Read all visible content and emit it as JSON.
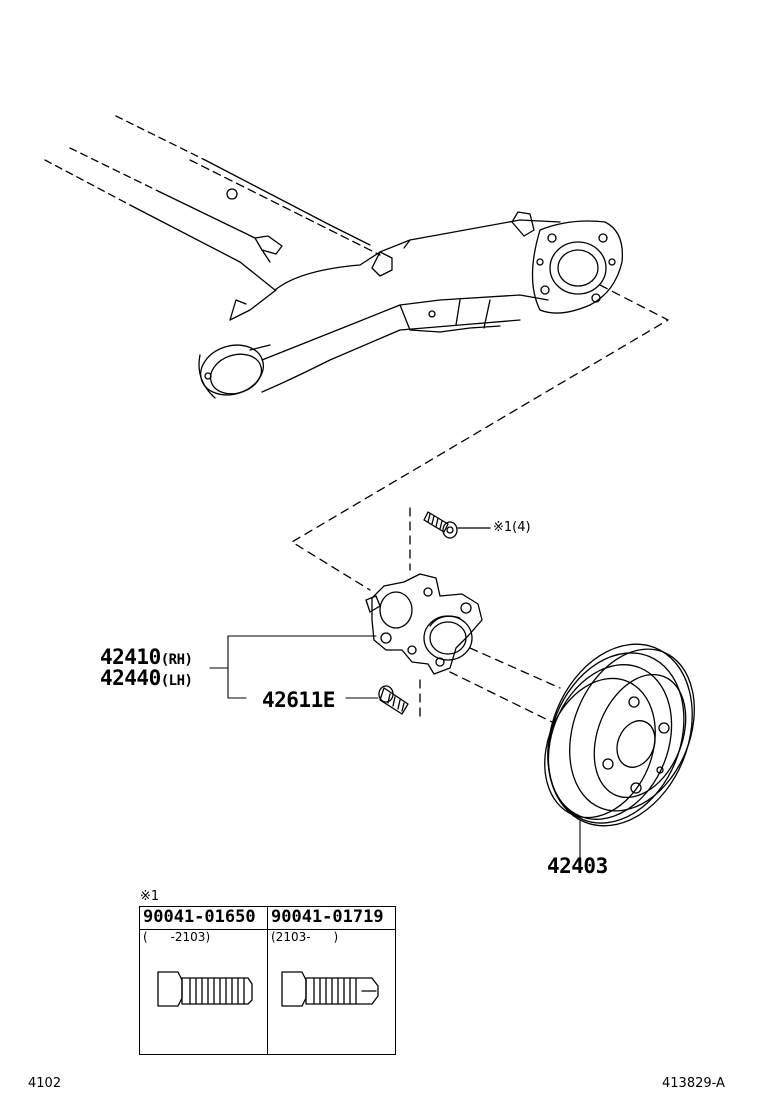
{
  "labels": {
    "hub_rh_part": "42410",
    "hub_rh_side": "(RH)",
    "hub_lh_part": "42440",
    "hub_lh_side": "(LH)",
    "bolt_part": "42611E",
    "drum_part": "42403",
    "screw_callout": "※1(4)"
  },
  "table": {
    "marker": "※1",
    "columns": [
      {
        "part_no": "90041-01650",
        "range": "(      -2103)"
      },
      {
        "part_no": "90041-01719",
        "range": "(2103-      )"
      }
    ]
  },
  "footer": {
    "left": "4102",
    "right": "413829-A"
  }
}
